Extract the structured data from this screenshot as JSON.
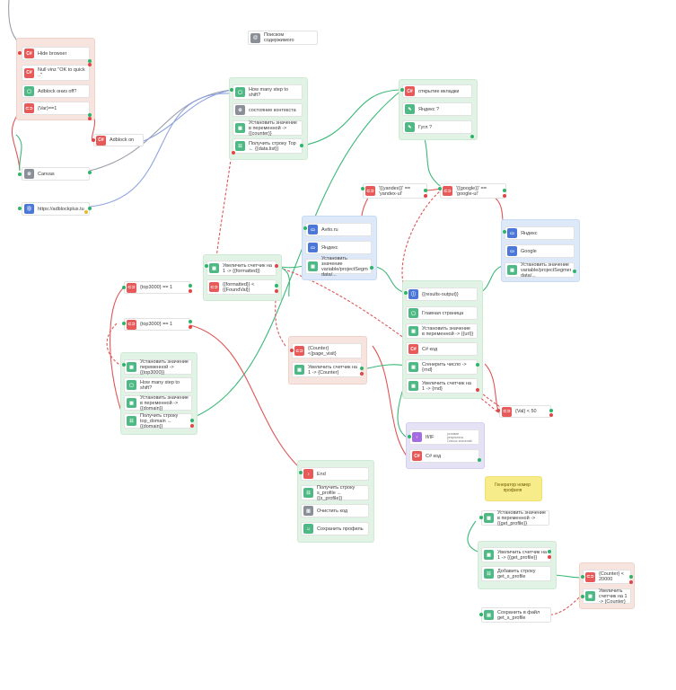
{
  "colors": {
    "edge_green": "#3cb878",
    "edge_red": "#e05555",
    "edge_gray": "#9aa0aa",
    "edge_blue": "#8fa3e0",
    "icon_red": "#e85a5a",
    "icon_green": "#4fb985",
    "icon_blue": "#4a77d8",
    "icon_gray": "#8b8f98",
    "icon_purple": "#a56be0"
  },
  "nodes": {
    "hide_browser": "Hide browser",
    "null_ok_quick": "Null vinz \"OK to quick ..\"",
    "adblock_enter": "Adblock ониз off?",
    "var_eq_1": "{Var}==1",
    "adblock_on": "Adblock on",
    "canvas": "Canvas",
    "url_adblock": "https://adblockplus.tu",
    "search_top": "Поиском содержимого",
    "how_many_step": "How many step to shift?",
    "status_check": "состояние контекста",
    "set_value": "Установить значение в переменной -> {{counter}}",
    "get_line_top": "Получить строку Top ← {{data.list}}",
    "browser_open": "открытие вкладки",
    "yandex_q": "Яндекс ?",
    "bing_q": "Гугл ?",
    "cond_yandex": "'{{yandex}}' == 'yandex-ul'",
    "cond_google": "'{{google}}' == 'google-ul'",
    "avito": "Avito.ru",
    "yandex": "Яндекс",
    "set_var_left": "Установить значение variable/projectSegment data/... ",
    "yandex_right": "Яндекс",
    "google_right": "Google",
    "set_var_right": "Установить значение variable/projectSegment data/...",
    "inc_counter": "Увеличить счетчик на 1 -> {{formatted}}",
    "formatted_cond": "{{formatted}} < {{FoundVal}}",
    "top3000_1": "{top3000} == 1",
    "top3000_2": "{top3000} == 1",
    "results_link": "{{results-output}}",
    "main_page": "Главная страница",
    "set_value2": "Установить значение в переменной -> {{url}}",
    "csharp_code": "C# код",
    "counter_cond": "{Counter} <{page_visit}",
    "inc_counter2": "Увеличить счетчик на 1 -> {Counter}",
    "generate_rand": "Сгенерить число -> {rnd}",
    "inc_counter3": "Увеличить счетчик на 1 -> {rnd}",
    "val_lt_50": "{Val} < 50",
    "set_var_block": "Установить значение переменной -> {{top3000}}",
    "how_many_step2": "How many step to shift?",
    "set_value3": "Установить значение в переменной -> {{domain}}",
    "get_line_top2": "Получить строку top_domain ← {{domain}}",
    "if_node": "If/IF",
    "if_desc": "условие  результаты Список значений",
    "csharp_code2": "C# код",
    "end_node": "End",
    "get_line_profile": "Получить строку s_profile ← {{s_profile}}",
    "clear_code": "Очистить код",
    "save_profile": "Сохранить профиль",
    "note_generate": "Генератор номер профиля",
    "set_var_g1": "Установить значение в переменной -> {{get_profile}}",
    "inc_counter4": "Увеличить счетчик на 1 -> {{get_profile}}",
    "add_line": "Добавить строку get_s_profile",
    "counter_lt_20000": "{Counter} < 20000",
    "inc_counter5": "Увеличить счетчик на 1 -> {Counter}",
    "save_file": "Сохранить в файл get_s_profile"
  }
}
